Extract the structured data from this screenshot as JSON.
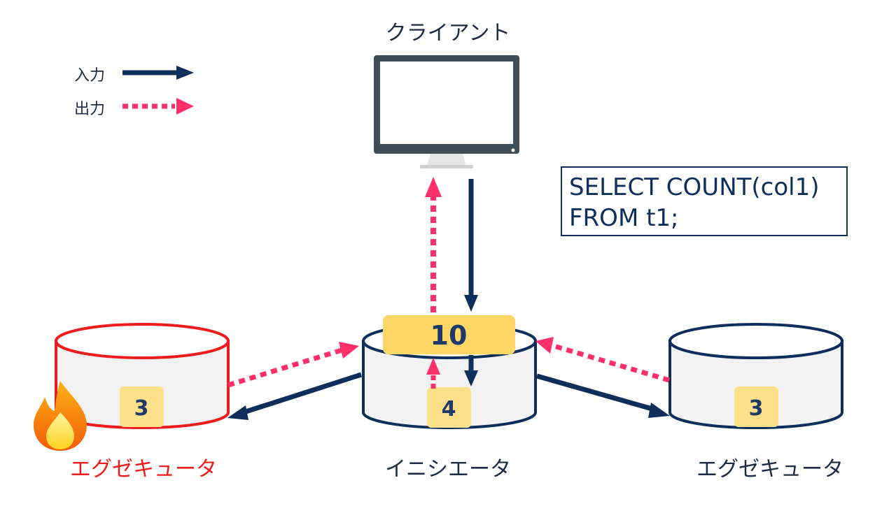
{
  "legend": {
    "input_label": "入力",
    "output_label": "出力"
  },
  "client": {
    "label": "クライアント"
  },
  "query": {
    "line1": "SELECT COUNT(col1)",
    "line2": "FROM t1;"
  },
  "initiator": {
    "label": "イニシエータ",
    "total": "10",
    "local_count": "4"
  },
  "executor_left": {
    "label": "エグゼキュータ",
    "count": "3",
    "status": "failed"
  },
  "executor_right": {
    "label": "エグゼキュータ",
    "count": "3"
  },
  "colors": {
    "navy": "#0e2f5c",
    "pink": "#ff2f6a",
    "red": "#ee1c1c",
    "badge": "#fde08a",
    "total_badge": "#fed766",
    "disk_fill": "#f2f2f2"
  }
}
